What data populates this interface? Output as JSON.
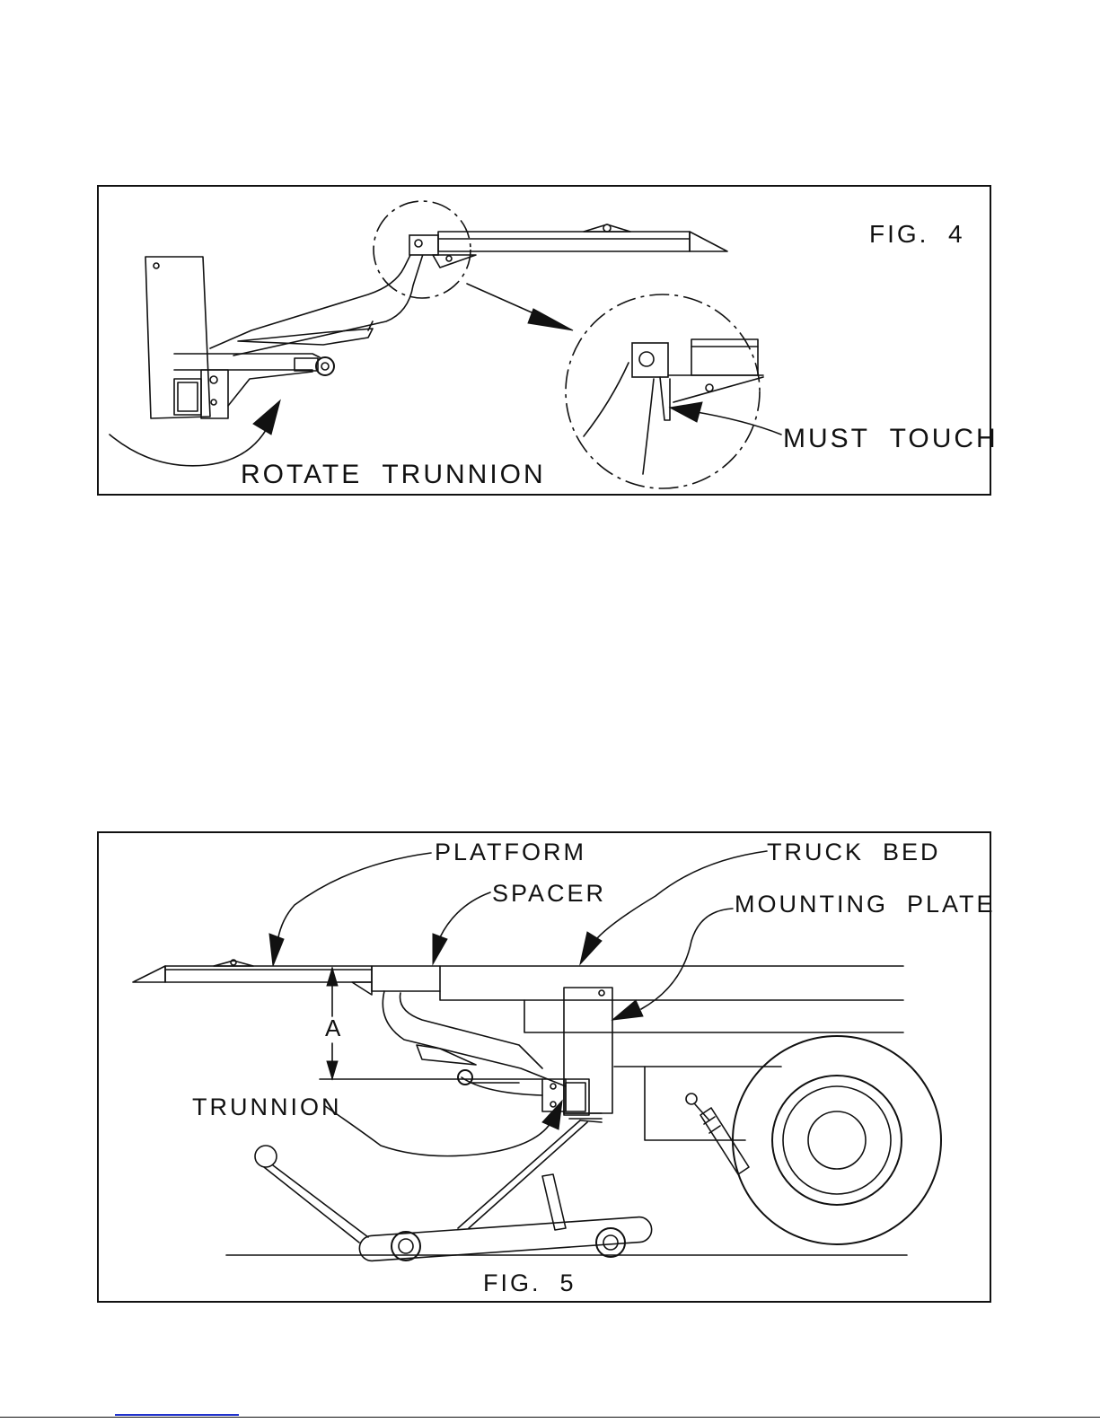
{
  "figures": {
    "fig4": {
      "title": "FIG.  4",
      "labels": {
        "rotate_trunnion": "ROTATE  TRUNNION",
        "must_touch": "MUST  TOUCH"
      }
    },
    "fig5": {
      "title": "FIG.  5",
      "labels": {
        "platform": "PLATFORM",
        "spacer": "SPACER",
        "truck_bed": "TRUCK  BED",
        "mounting_plate": "MOUNTING  PLATE",
        "trunnion": "TRUNNION",
        "dimension_a": "A"
      }
    }
  },
  "colors": {
    "line": "#111111",
    "background": "#ffffff",
    "footer_link": "#2233cc"
  }
}
